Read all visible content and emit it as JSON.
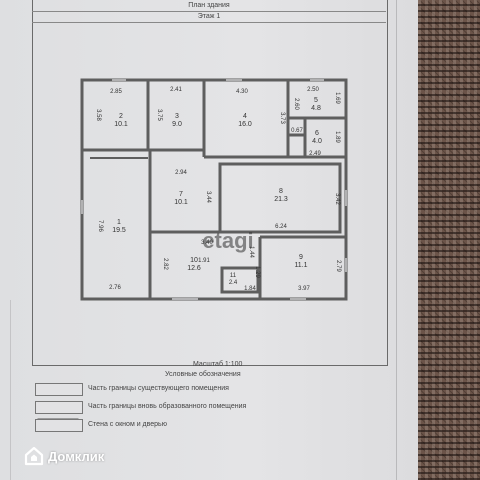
{
  "document": {
    "title": "План здания",
    "floor": "Этаж 1",
    "scale": "Масштаб 1:100",
    "legend_title": "Условные обозначения",
    "legend": [
      "Часть границы существующего помещения",
      "Часть границы вновь образованного помещения",
      "Стена с окном и дверью"
    ]
  },
  "watermark": "etagi",
  "brand": {
    "name": "Домклик",
    "icon": "domklik-house-icon"
  },
  "rooms": [
    {
      "num": "1",
      "area": "19.5"
    },
    {
      "num": "2",
      "area": "10.1"
    },
    {
      "num": "3",
      "area": "9.0"
    },
    {
      "num": "4",
      "area": "16.0"
    },
    {
      "num": "5",
      "area": "4.8"
    },
    {
      "num": "6",
      "area": "4.0"
    },
    {
      "num": "7",
      "area": "10.1"
    },
    {
      "num": "8",
      "area": "21.3"
    },
    {
      "num": "9",
      "area": "11.1"
    },
    {
      "num": "10",
      "area": "12.6"
    },
    {
      "num": "11",
      "area": "2.4"
    }
  ],
  "dimensions": [
    "2.85",
    "3.58",
    "2.41",
    "3.75",
    "4.30",
    "3.73",
    "2.50",
    "2.60",
    "1.69",
    "0.67",
    "1.89",
    "2.49",
    "2.94",
    "7.96",
    "3.44",
    "3.42",
    "6.24",
    "3.40",
    "2.82",
    "1.91",
    "1.44",
    "1.29",
    "1.84",
    "2.79",
    "3.97",
    "2.76"
  ]
}
